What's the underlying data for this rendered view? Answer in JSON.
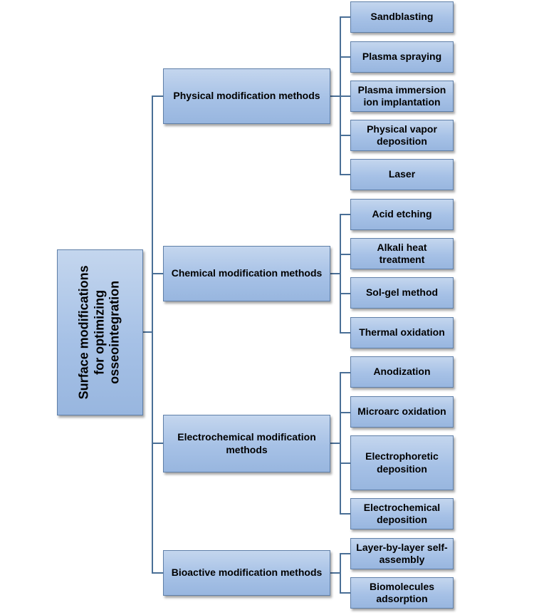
{
  "root": [
    "Surface modifications",
    "for optimizing",
    "osseointegration"
  ],
  "categories": [
    {
      "label": "Physical modification methods",
      "children": [
        "Sandblasting",
        "Plasma spraying",
        "Plasma immersion ion implantation",
        "Physical vapor deposition",
        "Laser"
      ]
    },
    {
      "label": "Chemical modification methods",
      "children": [
        "Acid etching",
        "Alkali heat treatment",
        "Sol-gel method",
        "Thermal oxidation"
      ]
    },
    {
      "label": "Electrochemical modification methods",
      "children": [
        "Anodization",
        "Microarc oxidation",
        "Electrophoretic deposition",
        "Electrochemical deposition"
      ]
    },
    {
      "label": "Bioactive modification methods",
      "children": [
        "Layer-by-layer self-assembly",
        "Biomolecules adsorption"
      ]
    }
  ]
}
